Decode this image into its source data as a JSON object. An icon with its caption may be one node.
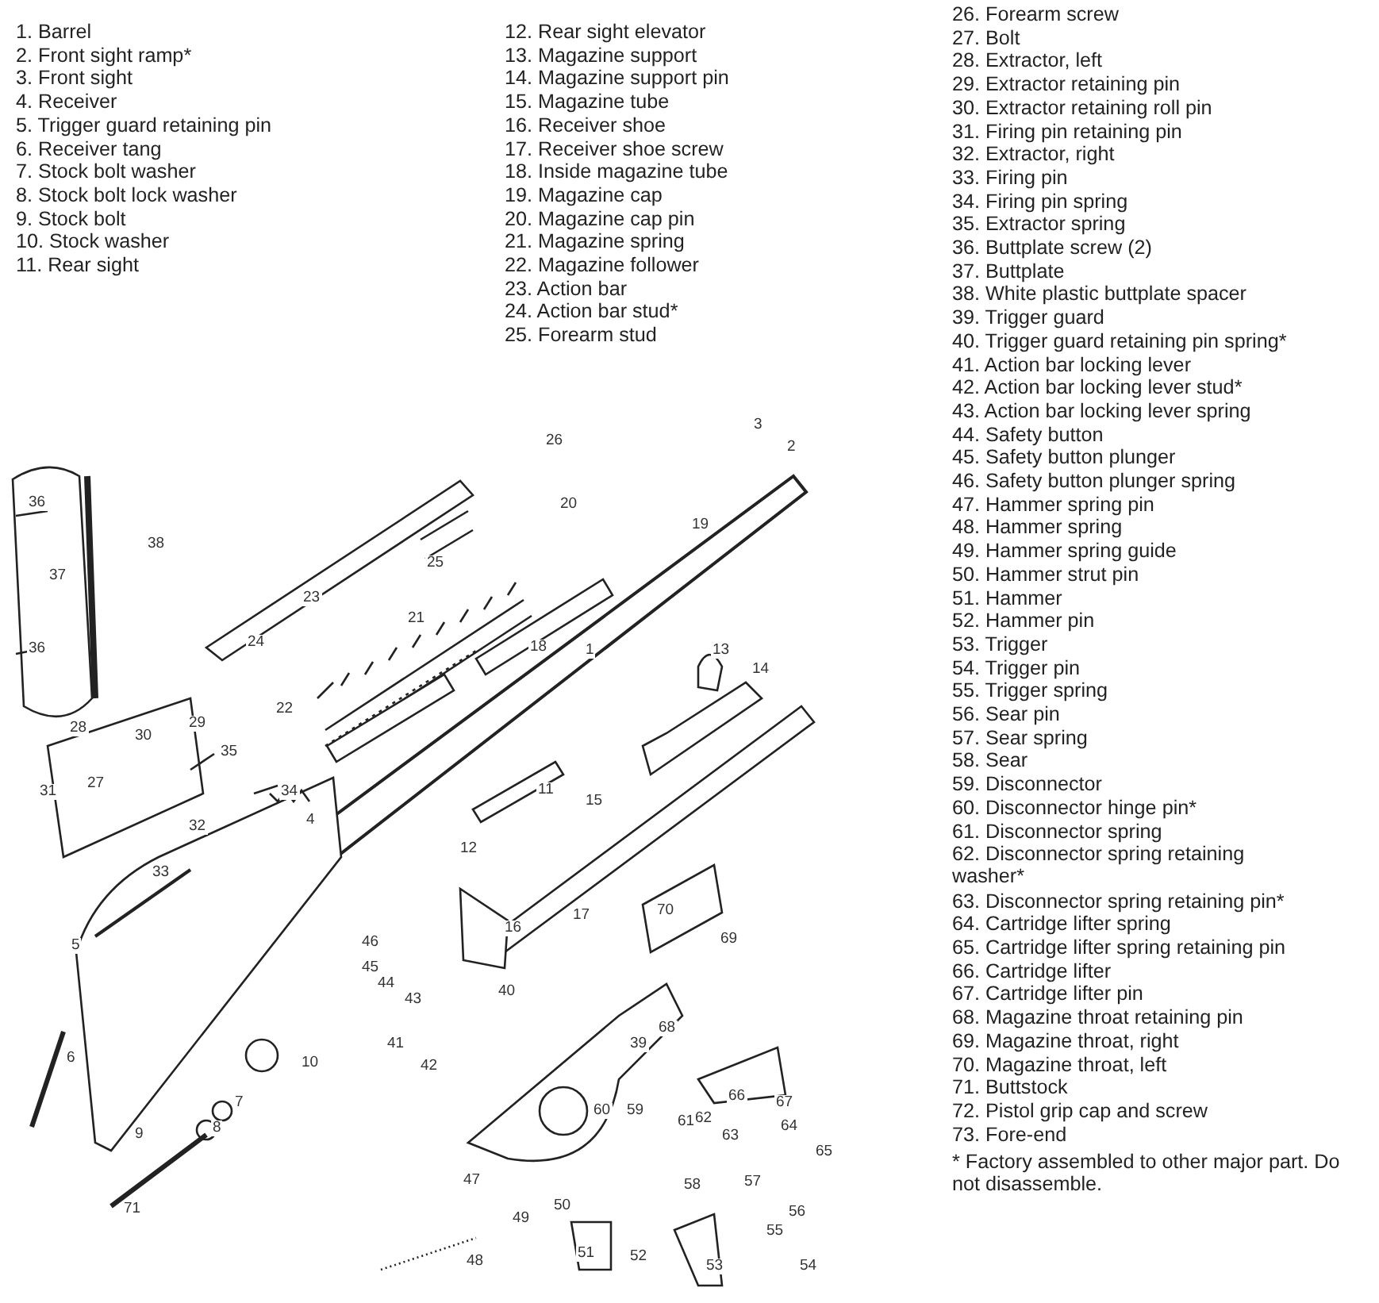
{
  "diagram": {
    "labels": [
      "1. Barrel",
      "2. Front sight ramp*",
      "3. Front sight",
      "4. Receiver",
      "5. Trigger guard retaining pin",
      "6. Receiver tang",
      "7. Stock bolt washer",
      "8. Stock bolt lock washer",
      "9. Stock bolt",
      "10. Stock washer",
      "11. Rear sight",
      "12. Rear sight elevator",
      "13. Magazine support",
      "14. Magazine support pin",
      "15. Magazine tube",
      "16. Receiver shoe",
      "17. Receiver shoe screw",
      "18. Inside magazine tube",
      "19. Magazine cap",
      "20. Magazine cap pin",
      "21. Magazine spring",
      "22. Magazine follower",
      "23. Action bar",
      "24. Action bar stud*",
      "25. Forearm stud",
      "26. Forearm screw",
      "27. Bolt",
      "28. Extractor, left",
      "29. Extractor retaining pin",
      "30. Extractor retaining roll pin",
      "31. Firing pin retaining pin",
      "32. Extractor, right",
      "33. Firing pin",
      "34. Firing pin spring",
      "35. Extractor spring",
      "36. Buttplate screw (2)",
      "37. Buttplate",
      "38. White plastic buttplate spacer",
      "39. Trigger guard",
      "40. Trigger guard retaining pin spring*",
      "41. Action bar locking lever",
      "42. Action bar locking lever stud*",
      "43. Action bar locking lever spring",
      "44. Safety button",
      "45. Safety button plunger",
      "46. Safety button plunger spring",
      "47. Hammer spring pin",
      "48. Hammer spring",
      "49. Hammer spring guide",
      "50. Hammer strut pin",
      "51. Hammer",
      "52. Hammer pin",
      "53. Trigger",
      "54. Trigger pin",
      "55. Trigger spring",
      "56. Sear pin",
      "57. Sear spring",
      "58. Sear",
      "59. Disconnector",
      "60. Disconnector hinge pin*",
      "61. Disconnector spring",
      "62. Disconnector spring retaining washer*",
      "63. Disconnector spring retaining pin*",
      "64. Cartridge lifter spring",
      "65. Cartridge lifter spring retaining pin",
      "66. Cartridge lifter",
      "67. Cartridge lifter pin",
      "68. Magazine throat retaining pin",
      "69. Magazine throat, right",
      "70. Magazine throat, left",
      "71. Buttstock",
      "72. Pistol grip cap and screw",
      "73. Fore-end",
      "* Factory assembled to other major part. Do not disassemble.",
      "36",
      "37",
      "38",
      "36",
      "23",
      "24",
      "25",
      "26",
      "20",
      "19",
      "3",
      "2",
      "21",
      "18",
      "1",
      "13",
      "14",
      "22",
      "28",
      "30",
      "29",
      "35",
      "27",
      "34",
      "31",
      "32",
      "4",
      "11",
      "15",
      "12",
      "33",
      "5",
      "46",
      "45",
      "44",
      "43",
      "40",
      "16",
      "17",
      "70",
      "69",
      "39",
      "68",
      "41",
      "42",
      "10",
      "6",
      "7",
      "8",
      "9",
      "66",
      "67",
      "60",
      "59",
      "61",
      "62",
      "63",
      "64",
      "65",
      "58",
      "57",
      "56",
      "55",
      "54",
      "53",
      "52",
      "51",
      "50",
      "47",
      "49",
      "48",
      "71"
    ]
  }
}
